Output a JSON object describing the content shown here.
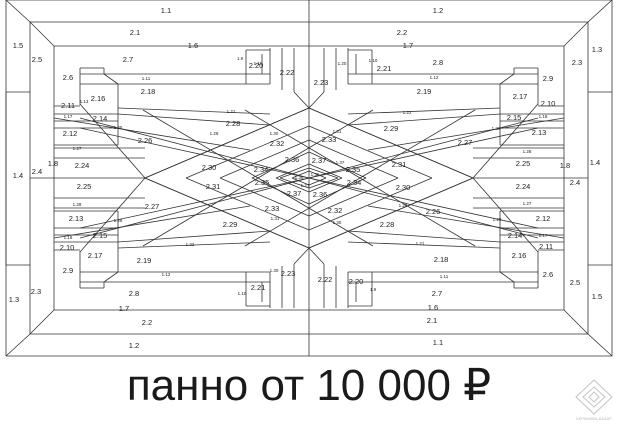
{
  "caption": "панно от 10 000 ₽",
  "brand_name": "КЕРАМИКА-БАЗАР",
  "labels": [
    "1.1",
    "1.2",
    "2.1",
    "2.2",
    "1.6",
    "1.7",
    "1.5",
    "1.3",
    "2.5",
    "2.3",
    "2.7",
    "2.8",
    "1.9",
    "2.20",
    "1.10",
    "2.22",
    "2.23",
    "1.20",
    "2.21",
    "2.6",
    "2.9",
    "1.11",
    "1.12",
    "2.18",
    "2.19",
    "2.16",
    "2.17",
    "2.11",
    "2.10",
    "1.13",
    "1.17",
    "1.18",
    "2.14",
    "2.15",
    "1.21",
    "1.22",
    "2.28",
    "2.29",
    "1.25",
    "1.26",
    "2.12",
    "2.13",
    "2.26",
    "2.27",
    "1.27",
    "1.28",
    "1.29",
    "1.30",
    "1.31",
    "2.32",
    "2.33",
    "2.36",
    "2.37",
    "2.30",
    "2.31",
    "2.34",
    "2.35",
    "1.36",
    "1.35",
    "1.37",
    "1.4",
    "2.4",
    "1.8",
    "2.24",
    "2.25"
  ]
}
